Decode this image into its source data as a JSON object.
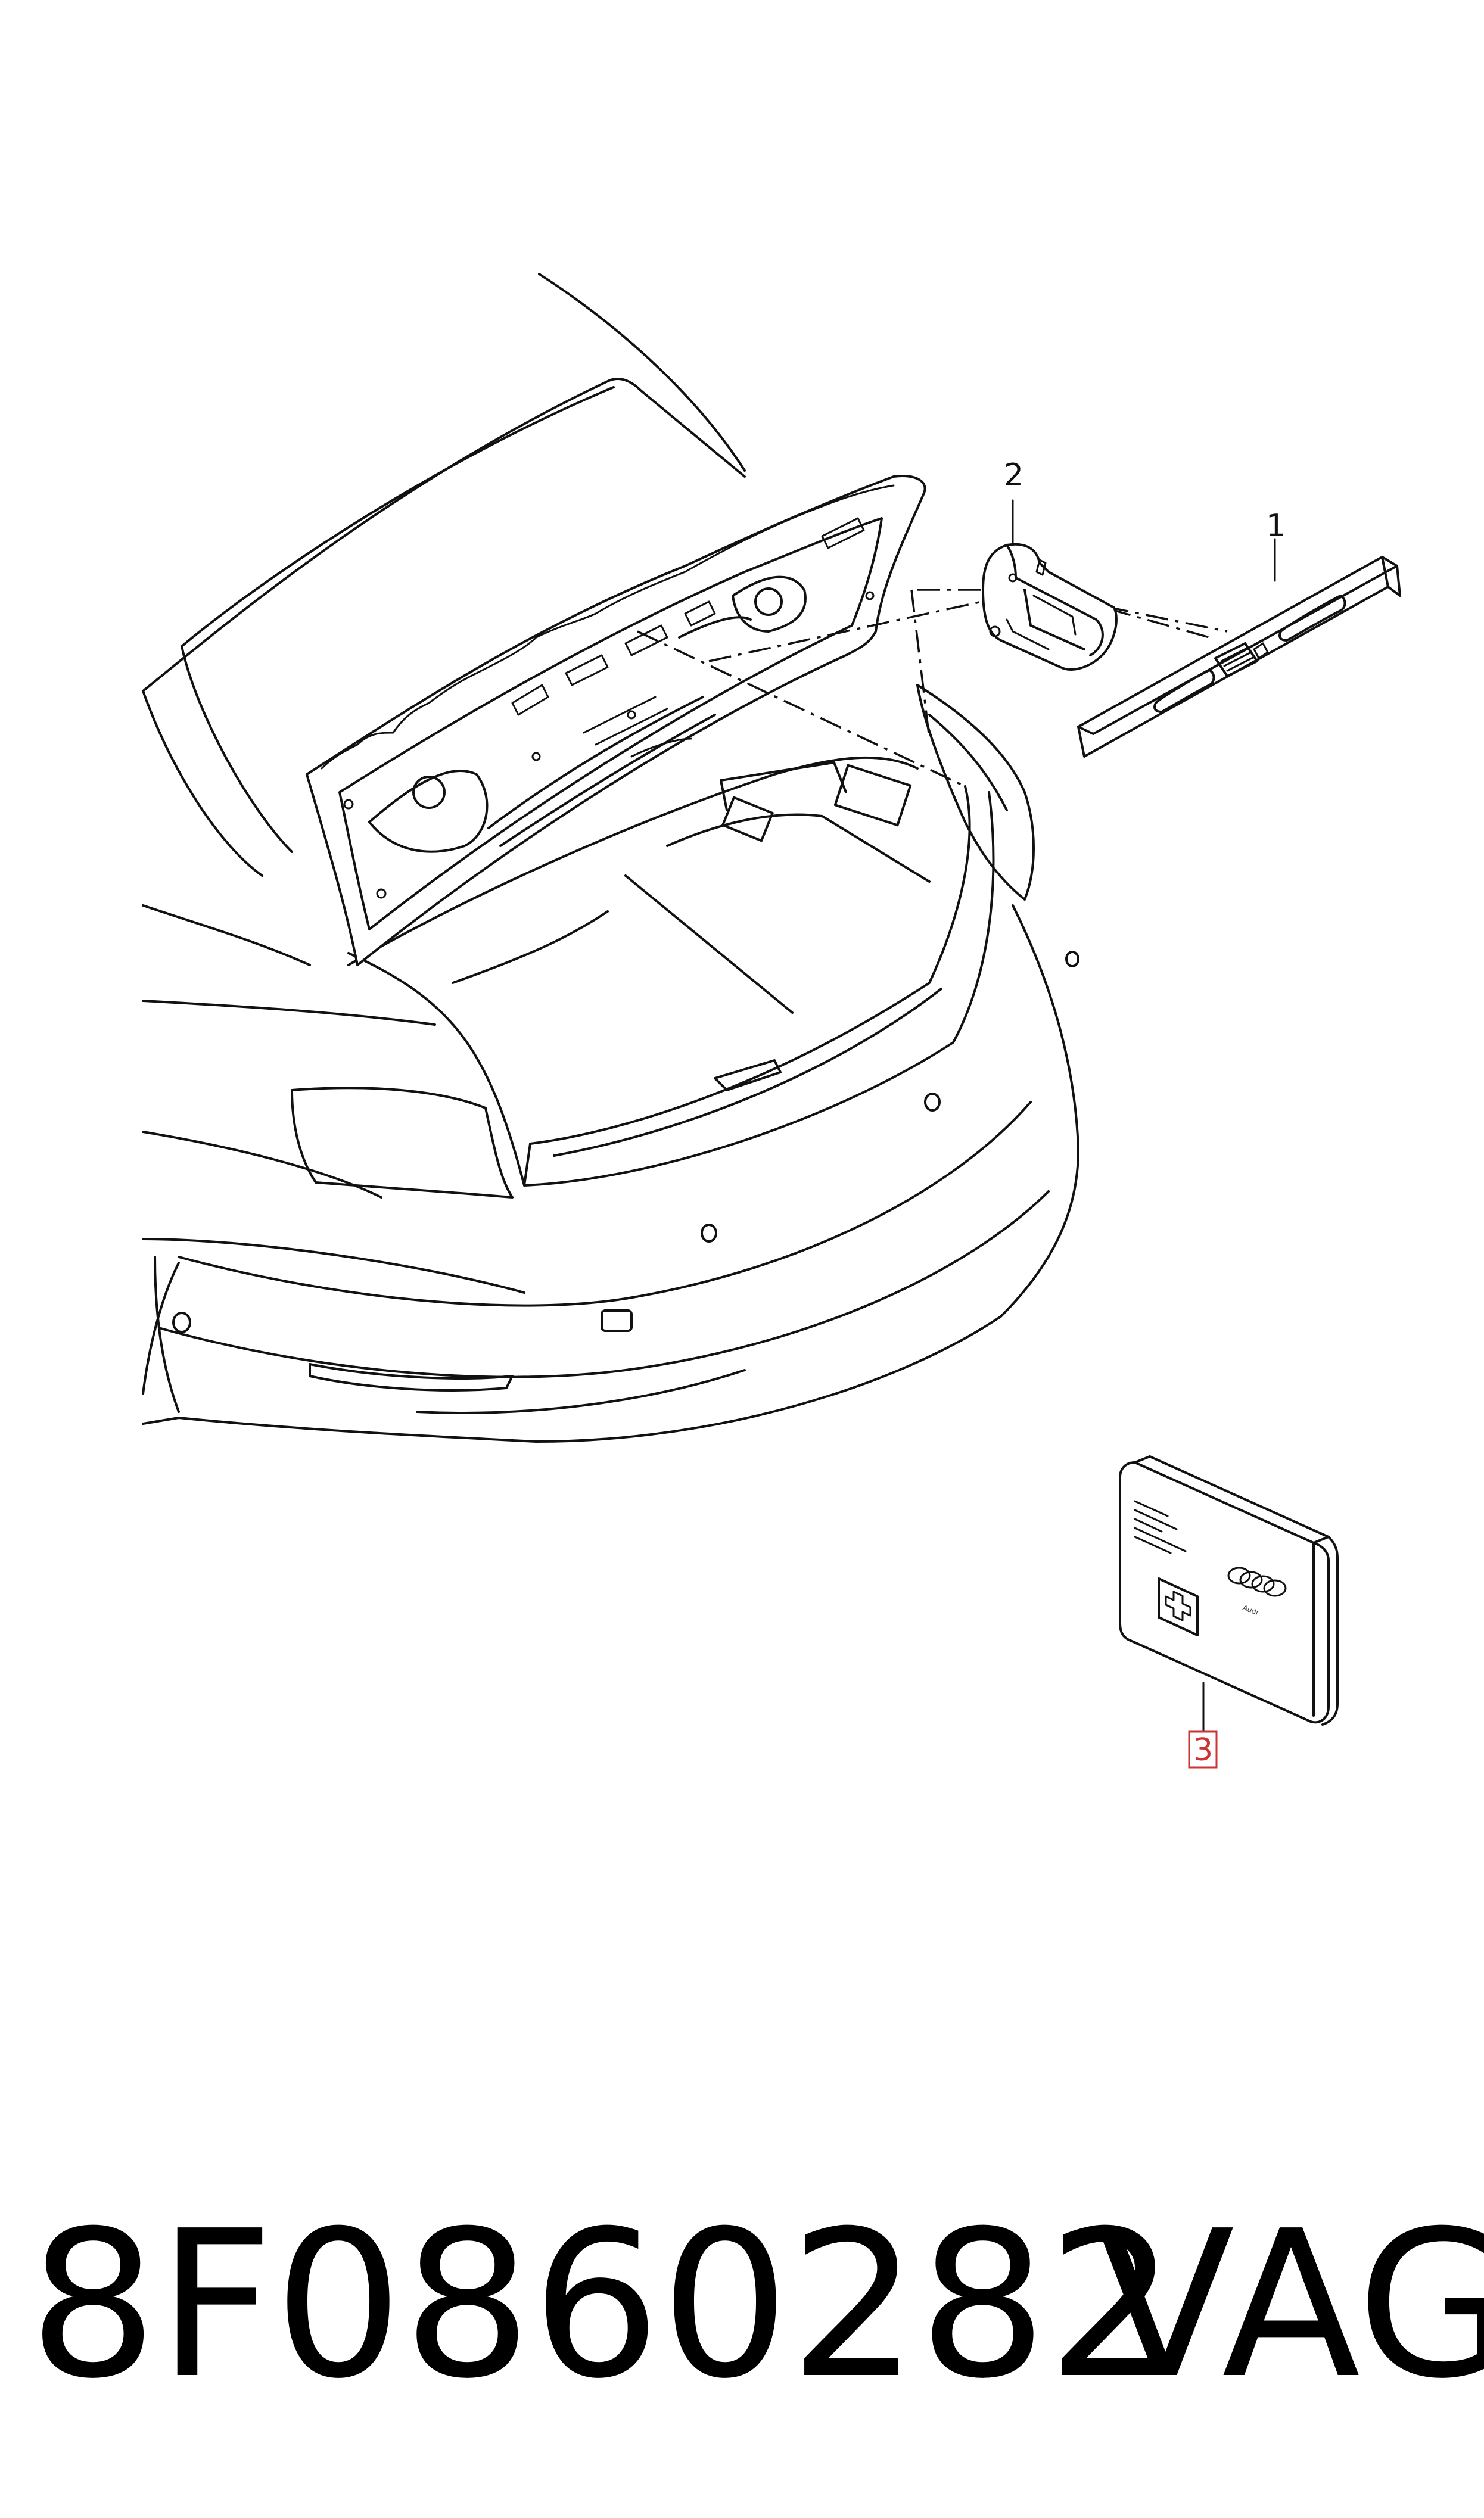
{
  "callouts": {
    "one": "1",
    "two": "2",
    "three": "3"
  },
  "kit_text": {
    "logo": "Audi"
  },
  "caption": {
    "part_number": "8F0860282",
    "brand": "VAG"
  },
  "colors": {
    "line": "#111111",
    "highlight": "#cc3333",
    "background": "#ffffff"
  }
}
